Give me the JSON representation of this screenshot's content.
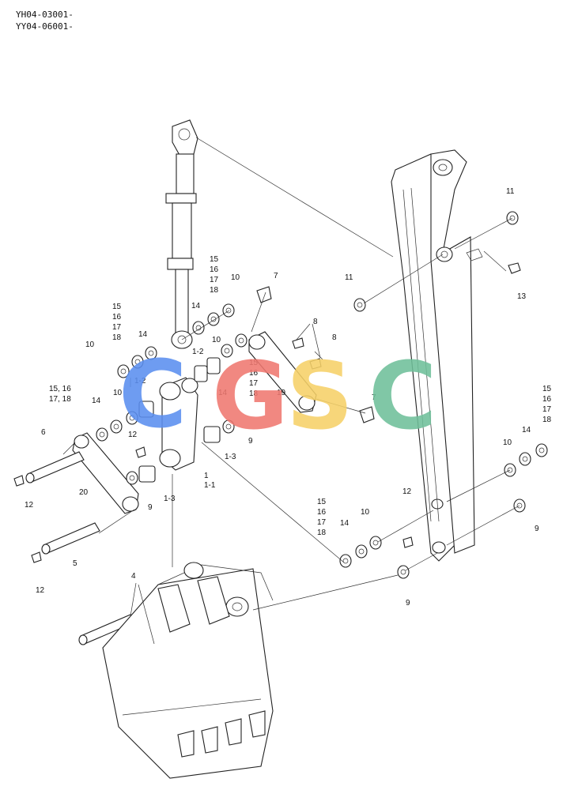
{
  "header": {
    "serial_line_1": "YH04-03001-",
    "serial_line_2": "YY04-06001-"
  },
  "watermark": {
    "letters": [
      "C",
      "G",
      "S",
      "C"
    ],
    "colors": [
      "#5b8ff0",
      "#f07870",
      "#f6d168",
      "#6fc09a"
    ]
  },
  "callouts": {
    "c1": "1",
    "c1_1": "1-1",
    "c1_2a": "1-2",
    "c1_2b": "1-2",
    "c1_3a": "1-3",
    "c1_3b": "1-3",
    "c4": "4",
    "c5": "5",
    "c6": "6",
    "c7a": "7",
    "c7b": "7",
    "c8a": "8",
    "c8b": "8",
    "c9a": "9",
    "c9b": "9",
    "c9c": "9",
    "c9d": "9",
    "c10a": "10",
    "c10b": "10",
    "c10c": "10",
    "c10d": "10",
    "c10e": "10",
    "c10f": "10",
    "c11a": "11",
    "c11b": "11",
    "c12a": "12",
    "c12b": "12",
    "c12c": "12",
    "c12d": "12",
    "c13": "13",
    "c14a": "14",
    "c14b": "14",
    "c14c": "14",
    "c14d": "14",
    "c14e": "14",
    "c14f": "14",
    "c19": "19",
    "c20": "20",
    "g15_16_17_18": "15, 16",
    "g17_18": "17, 18",
    "s15": "15",
    "s16": "16",
    "s17": "17",
    "s18": "18"
  }
}
